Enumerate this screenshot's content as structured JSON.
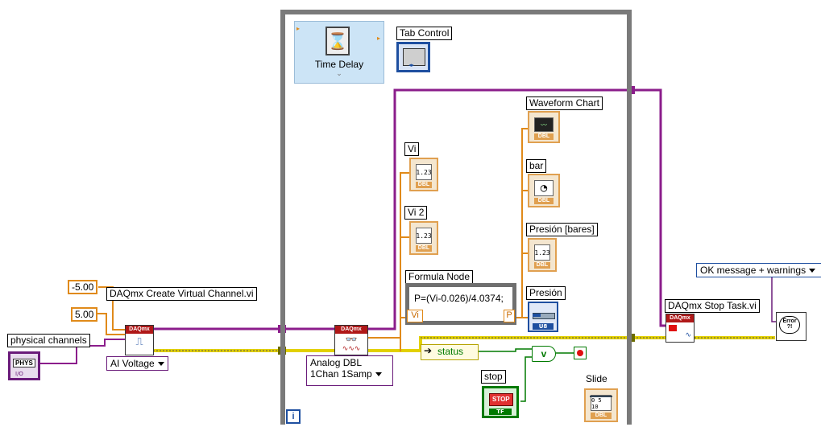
{
  "palette_box": {
    "title": "Time Delay"
  },
  "tab_control": {
    "label": "Tab Control"
  },
  "waveform_chart": {
    "label": "Waveform Chart",
    "tag": "DBL"
  },
  "vi": {
    "label": "Vi",
    "display": "1.23",
    "tag": "DBL"
  },
  "vi2": {
    "label": "Vi 2",
    "display": "1.23",
    "tag": "DBL"
  },
  "bar": {
    "label": "bar",
    "tag": "DBL"
  },
  "presion_bares": {
    "label": "Presión [bares]",
    "display": "1.23",
    "tag": "DBL"
  },
  "presion": {
    "label": "Presión",
    "tag": "U8"
  },
  "formula_node": {
    "label": "Formula Node",
    "formula": "P=(Vi-0.026)/4.0374;",
    "input": "Vi",
    "output": "P"
  },
  "create_channel": {
    "label": "DAQmx Create Virtual Channel.vi",
    "mode": "AI Voltage",
    "icon_text": "DAQmx"
  },
  "read": {
    "mode_line1": "Analog DBL",
    "mode_line2": "1Chan 1Samp",
    "icon_text": "DAQmx"
  },
  "stop_task": {
    "label": "DAQmx Stop Task.vi",
    "icon_text": "DAQmx"
  },
  "constants": {
    "min": "-5.00",
    "max": "5.00"
  },
  "physical_channels": {
    "label": "physical channels",
    "icon_text": "PHYS"
  },
  "status": {
    "label": "status"
  },
  "stop": {
    "label": "stop",
    "button": "STOP",
    "tag": "TF"
  },
  "slide": {
    "label": "Slide",
    "scale": "0 5 10",
    "tag": "DBL"
  },
  "error_handler": {
    "mode": "OK message + warnings",
    "icon_text": "Error ?!"
  },
  "loop": {
    "iteration": "i"
  },
  "colors": {
    "error_wire": "#e2d000",
    "task_wire": "#8b1d8b",
    "numeric_wire": "#e08a1a",
    "boolean_wire": "#007a00",
    "loop_frame": "#777777"
  }
}
